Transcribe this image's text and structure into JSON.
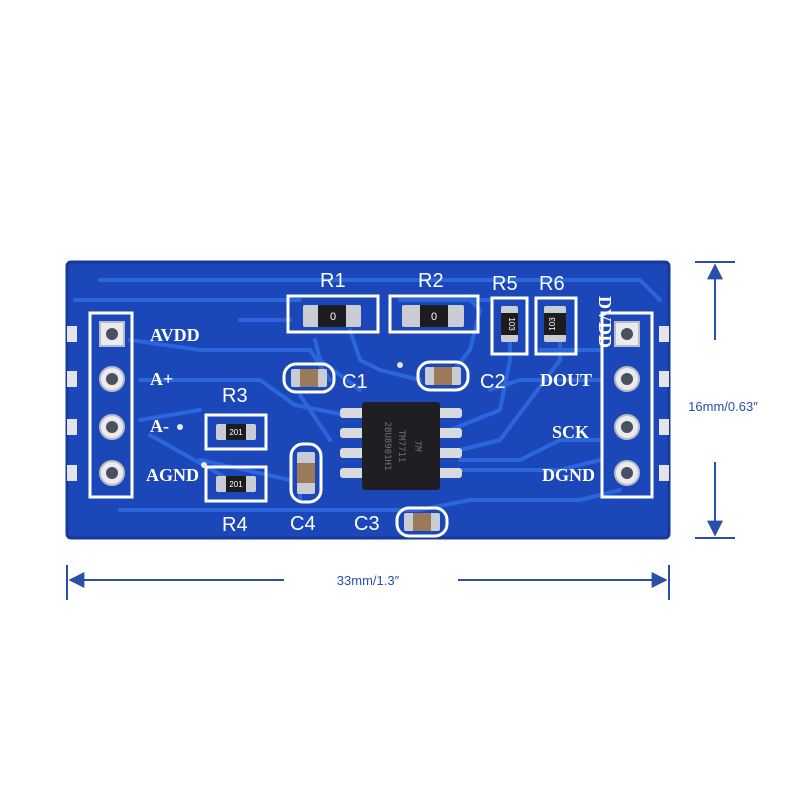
{
  "colors": {
    "pcb": "#1b47b8",
    "pcb_dark": "#143a9c",
    "trace": "#2a63d8",
    "silkscreen": "#ffffff",
    "chip": "#1f1f23",
    "dimension": "#2a4fa8"
  },
  "left_pins": [
    "AVDD",
    "A+",
    "A-",
    "AGND"
  ],
  "right_pins": [
    "DVDD",
    "DOUT",
    "SCK",
    "DGND"
  ],
  "components": {
    "r1": "R1",
    "r2": "R2",
    "r3": "R3",
    "r4": "R4",
    "r5": "R5",
    "r6": "R6",
    "c1": "C1",
    "c2": "C2",
    "c3": "C3",
    "c4": "C4",
    "r1_code": "0",
    "r2_code": "0",
    "r3_code": "201",
    "r4_code": "201",
    "r5_code": "103",
    "r6_code": "103"
  },
  "chip": {
    "logo": "TM",
    "line1": "TM7711",
    "line2": "2BU8901H1"
  },
  "dimensions": {
    "width": "33mm/1.3″",
    "height": "16mm/0.63″"
  }
}
